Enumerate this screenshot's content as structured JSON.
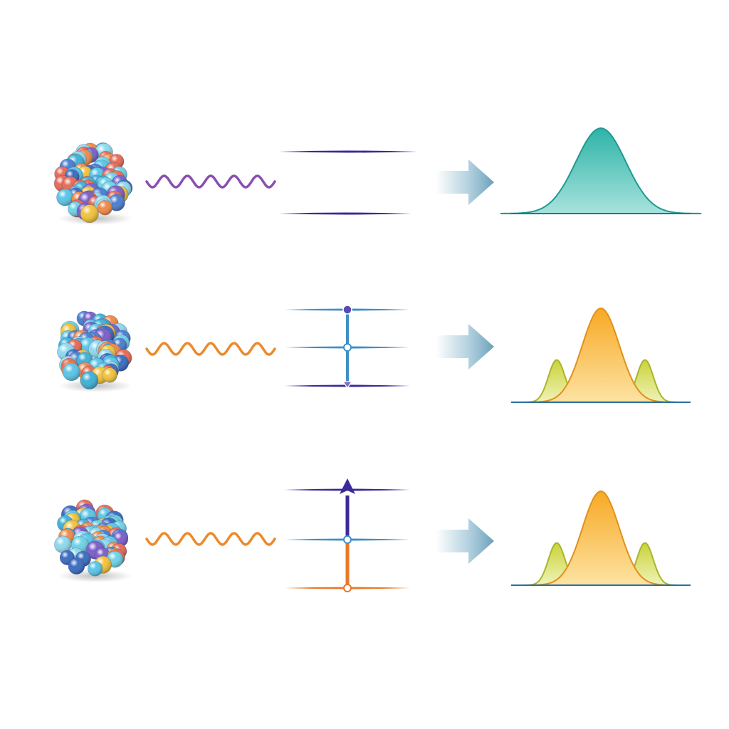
{
  "colors": {
    "background": "#ffffff",
    "wave_purple": "#8a4fb0",
    "wave_orange": "#ec8a2a",
    "level_dark_blue": "#3b2a9a",
    "level_light_blue": "#3e8fc7",
    "level_orange": "#e8782a",
    "arrow_fill": "#7aaec7",
    "peak_teal": "#2eb3a8",
    "peak_orange": "#f7a924",
    "peak_yellow_green": "#c9d33a",
    "baseline": "#2b6f9e"
  },
  "icons": {
    "nucleus": "nucleus-icon",
    "photon_wave": "wavy-line-icon",
    "transition_arrow": "right-arrow-icon"
  },
  "rows": [
    {
      "id": "row-1",
      "wave_color": "#8a4fb0",
      "levels": [
        "level_dark_blue",
        "level_dark_blue"
      ],
      "transition": "none",
      "spectrum": {
        "peaks": [
          {
            "position": 0,
            "height": 1.0,
            "width": 1.0,
            "color": "#2eb3a8"
          }
        ]
      }
    },
    {
      "id": "row-2",
      "wave_color": "#ec8a2a",
      "levels": [
        "level_light_blue",
        "level_light_blue",
        "level_dark_blue"
      ],
      "transition": "symmetric-split",
      "spectrum": {
        "peaks": [
          {
            "position": -1,
            "height": 0.45,
            "width": 0.45,
            "color": "#c9d33a"
          },
          {
            "position": 0,
            "height": 1.0,
            "width": 1.0,
            "color": "#f7a924"
          },
          {
            "position": 1,
            "height": 0.45,
            "width": 0.45,
            "color": "#c9d33a"
          }
        ]
      }
    },
    {
      "id": "row-3",
      "wave_color": "#ec8a2a",
      "levels": [
        "level_dark_blue",
        "level_light_blue",
        "level_orange"
      ],
      "transition": "split-with-arrow",
      "spectrum": {
        "peaks": [
          {
            "position": -1,
            "height": 0.45,
            "width": 0.45,
            "color": "#c9d33a"
          },
          {
            "position": 0,
            "height": 1.0,
            "width": 1.0,
            "color": "#f7a924"
          },
          {
            "position": 1,
            "height": 0.45,
            "width": 0.45,
            "color": "#c9d33a"
          }
        ]
      }
    }
  ]
}
